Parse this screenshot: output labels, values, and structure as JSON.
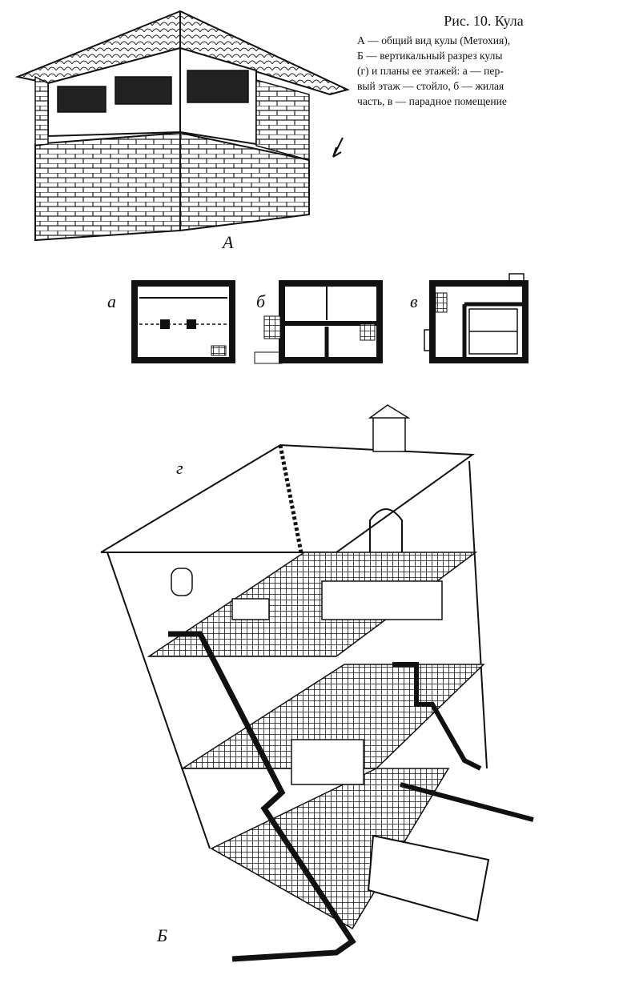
{
  "caption": {
    "title": "Рис. 10. Кула",
    "line1": "А — общий вид кулы (Метохия),",
    "line2": "Б — вертикальный разрез кулы",
    "line3": "(г) и планы ее этажей: а — пер-",
    "line4": "вый этаж — стойло, б — жилая",
    "line5": "часть, в — парадное помещение"
  },
  "labels": {
    "view_a": "А",
    "plan_a": "а",
    "plan_b": "б",
    "plan_v": "в",
    "section_g": "г",
    "section_b": "Б"
  }
}
